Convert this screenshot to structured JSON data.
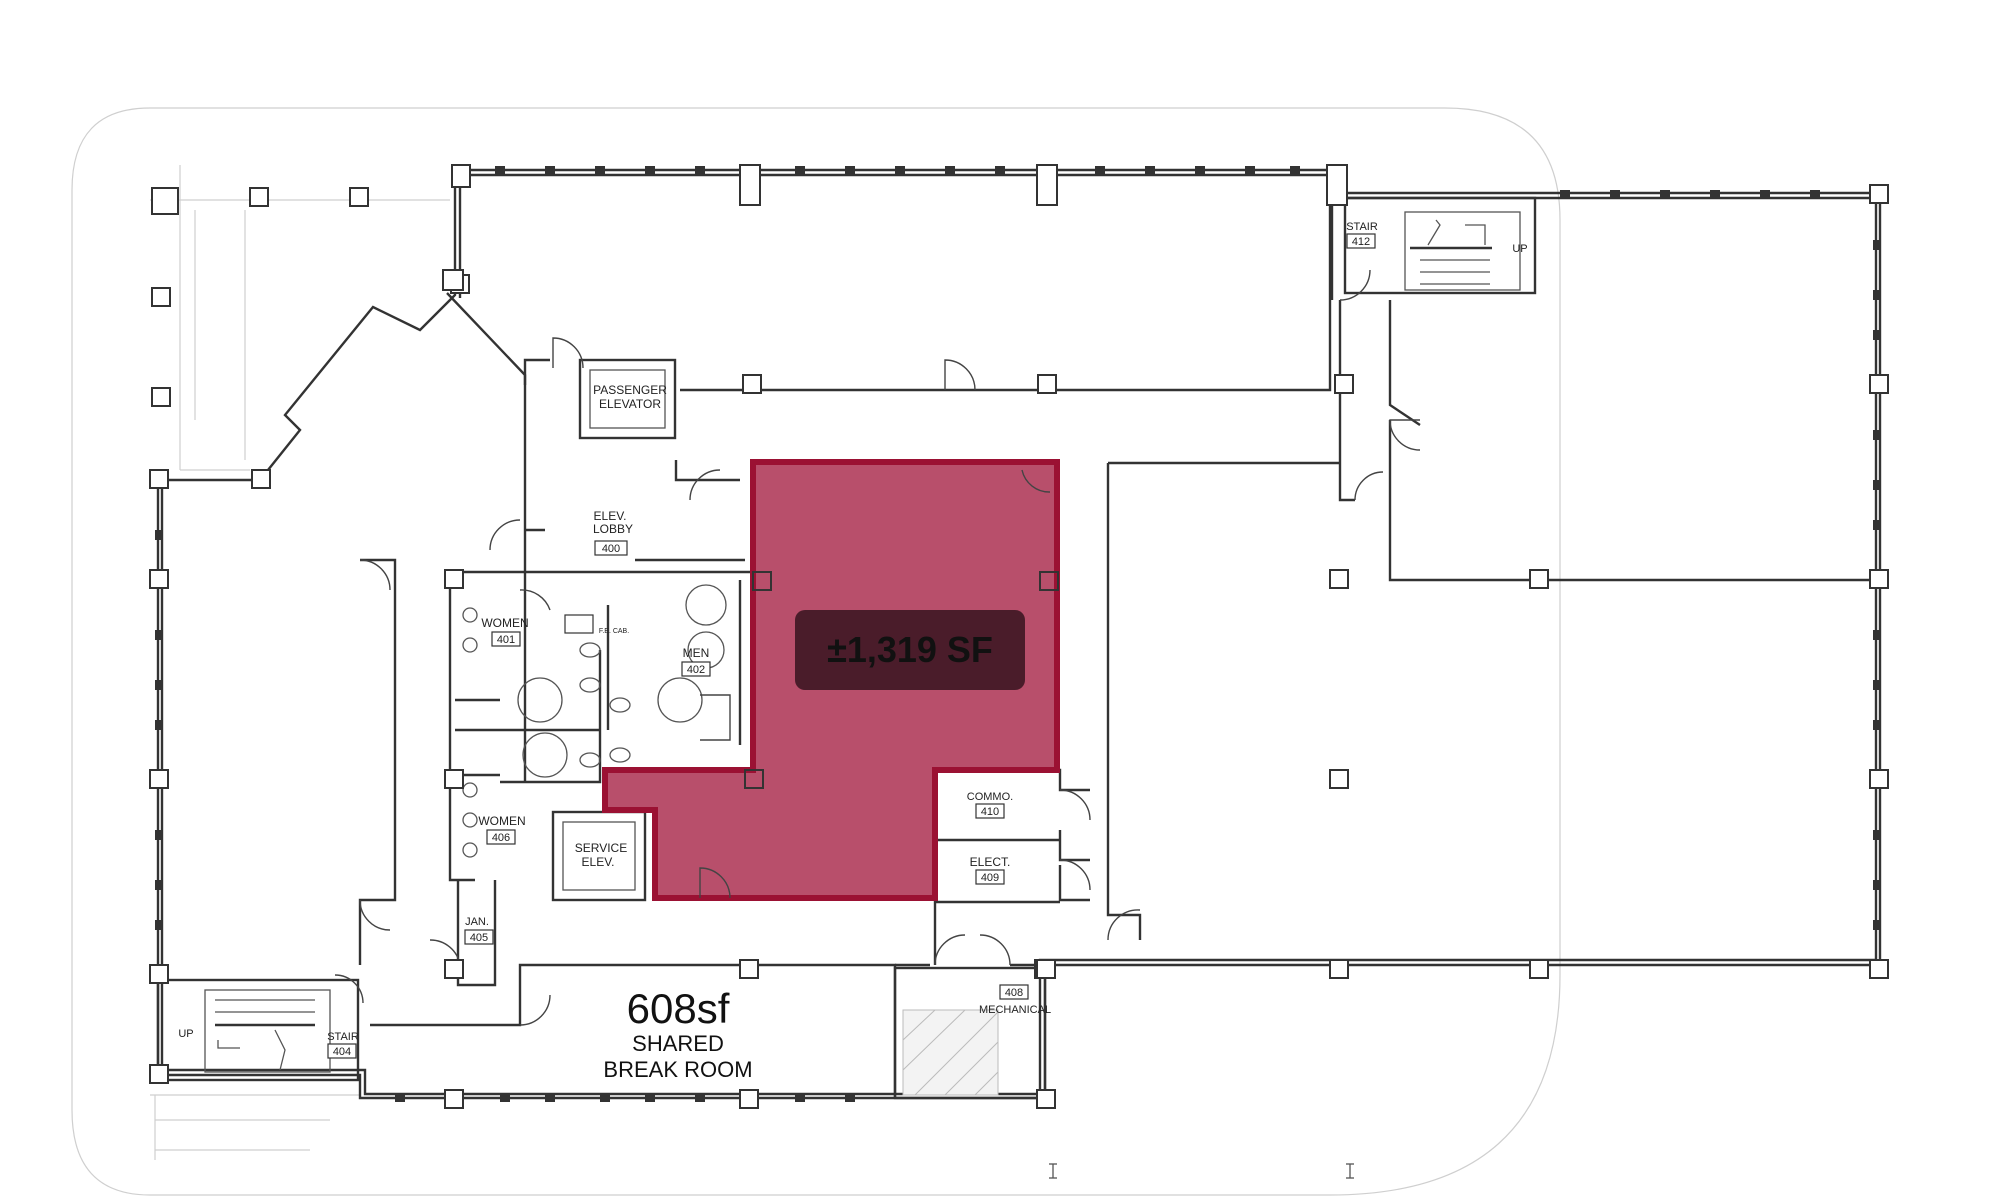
{
  "colors": {
    "highlight_fill": "#b84f6b",
    "highlight_stroke": "#9b1133",
    "badge_bg": "#4a1c2a",
    "badge_text": "#ffffff",
    "wall": "#333333"
  },
  "highlight": {
    "area_label": "±1,319 SF"
  },
  "break_room": {
    "area": "608sf",
    "line1": "SHARED",
    "line2": "BREAK ROOM"
  },
  "rooms": {
    "passenger_elevator": {
      "line1": "PASSENGER",
      "line2": "ELEVATOR"
    },
    "elev_lobby": {
      "line1": "ELEV.",
      "line2": "LOBBY",
      "number": "400"
    },
    "women_401": {
      "name": "WOMEN",
      "number": "401"
    },
    "men_402": {
      "name": "MEN",
      "number": "402"
    },
    "fe_cab": {
      "name": "F.E. CAB."
    },
    "women_406": {
      "name": "WOMEN",
      "number": "406"
    },
    "service_elev": {
      "line1": "SERVICE",
      "line2": "ELEV."
    },
    "jan_405": {
      "name": "JAN.",
      "number": "405"
    },
    "commo_410": {
      "name": "COMMO.",
      "number": "410"
    },
    "elect_409": {
      "name": "ELECT.",
      "number": "409"
    },
    "mechanical_408": {
      "name": "MECHANICAL",
      "number": "408"
    },
    "stair_412": {
      "name": "STAIR",
      "number": "412",
      "direction": "UP"
    },
    "stair_404": {
      "name": "STAIR",
      "number": "404",
      "direction": "UP"
    }
  }
}
